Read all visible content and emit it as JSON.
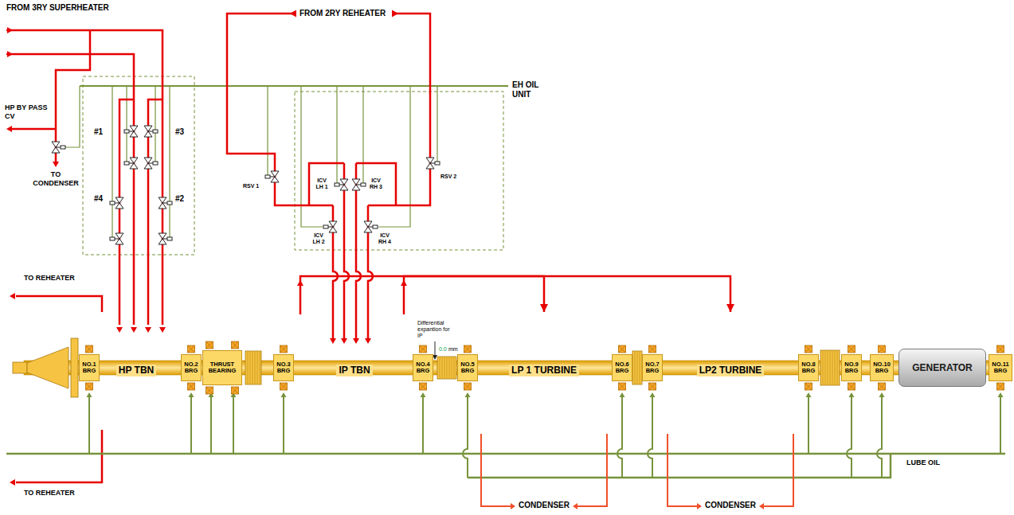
{
  "diagram": {
    "nodes": [
      {
        "text": [
          "NO.1 BRG"
        ]
      },
      {
        "text": [
          "HP TBN"
        ]
      },
      {
        "text": [
          "NO.2 BRG"
        ]
      },
      {
        "text": [
          "THRUST BEARING"
        ]
      },
      {
        "text": [
          "NO.3 BRG"
        ]
      },
      {
        "text": [
          "IP TBN"
        ]
      },
      {
        "text": [
          "NO.4 BRG"
        ]
      },
      {
        "text": [
          "NO.5 BRG"
        ]
      },
      {
        "text": [
          "LP 1 TURBINE"
        ]
      },
      {
        "text": [
          "NO.6 BRG"
        ]
      },
      {
        "text": [
          "NO.7 BRG"
        ]
      },
      {
        "text": [
          "LP2 TURBINE"
        ]
      },
      {
        "text": [
          "NO.8 BRG"
        ]
      },
      {
        "text": [
          "NO.9 BRG"
        ]
      },
      {
        "text": [
          "NO.10 BRG"
        ]
      },
      {
        "text": [
          "GENERATOR"
        ]
      },
      {
        "text": [
          "NO.11 BRG"
        ]
      }
    ],
    "edges": [
      {
        "from": 5,
        "to": 8,
        "arrow": "to"
      },
      {
        "from": 5,
        "to": 11,
        "arrow": "to"
      }
    ],
    "labels": [
      "FROM 3RY SUPERHEATER",
      "FROM 2RY REHEATER",
      "EH OIL UNIT",
      "HP BY PASS CV",
      "TO CONDENSER",
      "#1",
      "#3",
      "#4",
      "#2",
      "RSV 1",
      "ICV LH 1",
      "ICV RH 3",
      "ICV LH 2",
      "ICV RH 4",
      "RSV 2",
      "TO REHEATER",
      "Differential expantion for IP",
      "0.0",
      "mm",
      "TO REHEATER",
      "CONDENSER",
      "CONDENSER",
      "LUBE OIL"
    ]
  }
}
